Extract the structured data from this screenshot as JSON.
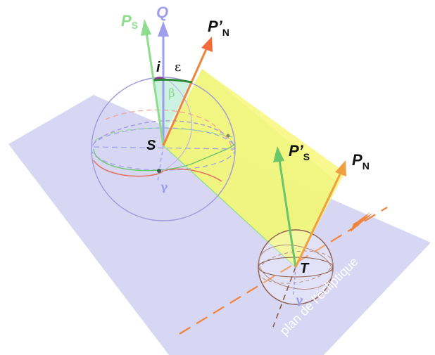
{
  "labels": {
    "ps_main": "P",
    "ps_sub": "S",
    "q": "Q",
    "pn_prime_main": "P’",
    "pn_prime_sub": "N",
    "i": "i",
    "epsilon": "ε",
    "beta": "β",
    "s": "S",
    "gamma_sun": "γ",
    "ps_prime_main": "P’",
    "ps_prime_sub": "S",
    "pn_main": "P",
    "pn_sub": "N",
    "t": "T",
    "gamma_earth": "γ",
    "plane": "plan de l’écliptique"
  },
  "colors": {
    "plane_fill": "#c8c8ef",
    "band_fill": "#c6ea9c",
    "yellow_fill": "#f7f77a",
    "ps_green": "#8ddd8d",
    "q_blue": "#9e9eef",
    "orange": "#f0843c",
    "green": "#6bc56b",
    "purple_sphere": "#a29ad8",
    "red_ring": "#e47262",
    "brown_sphere": "#8a5a4a"
  }
}
